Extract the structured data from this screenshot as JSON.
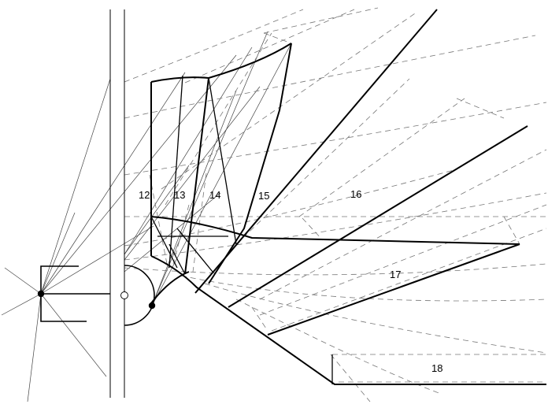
{
  "diagram": {
    "labels": {
      "l12": "12",
      "l13": "13",
      "l14": "14",
      "l15": "15",
      "l16": "16",
      "l17": "17",
      "l18": "18"
    },
    "colors": {
      "stroke": "#000000",
      "thin": "#444444",
      "dashed": "#777777",
      "background": "#ffffff"
    }
  }
}
